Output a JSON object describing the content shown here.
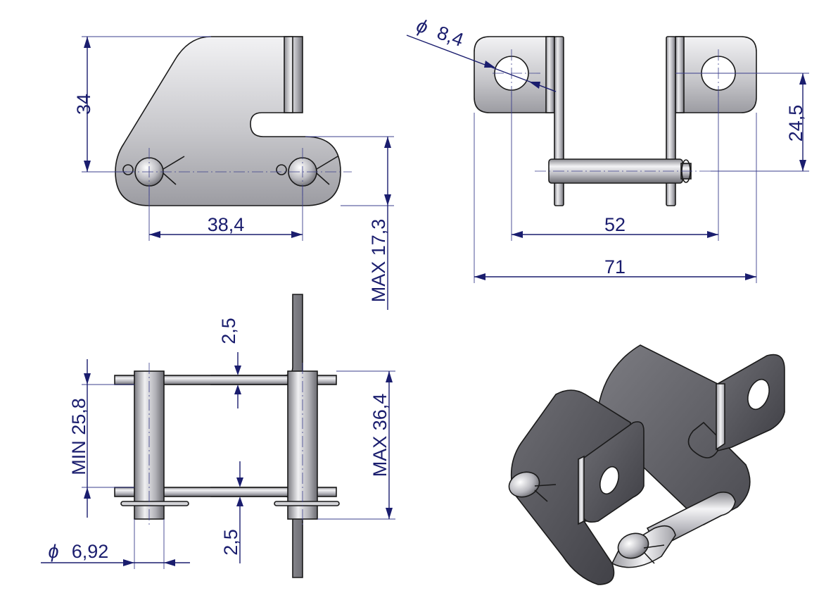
{
  "drawing": {
    "dimensions": {
      "side_height": "34",
      "side_pitch": "38,4",
      "side_max_offset": "MAX 17,3",
      "top_hole_diameter_symbol": "ϕ",
      "top_hole_diameter": "8,4",
      "top_hole_height": "24,5",
      "top_hole_spacing": "52",
      "top_overall_width": "71",
      "front_thickness_top": "2,5",
      "front_thickness_bottom": "2,5",
      "front_min_inner": "MIN 25,8",
      "front_max_outer": "MAX 36,4",
      "pin_diameter_symbol": "ϕ",
      "pin_diameter": "6,92"
    },
    "colors": {
      "dimension_ink": "#1a1d6e",
      "steel_light": "#e2e2e4",
      "steel_mid": "#b4b4b8",
      "steel_dark": "#5a5a5e"
    }
  }
}
